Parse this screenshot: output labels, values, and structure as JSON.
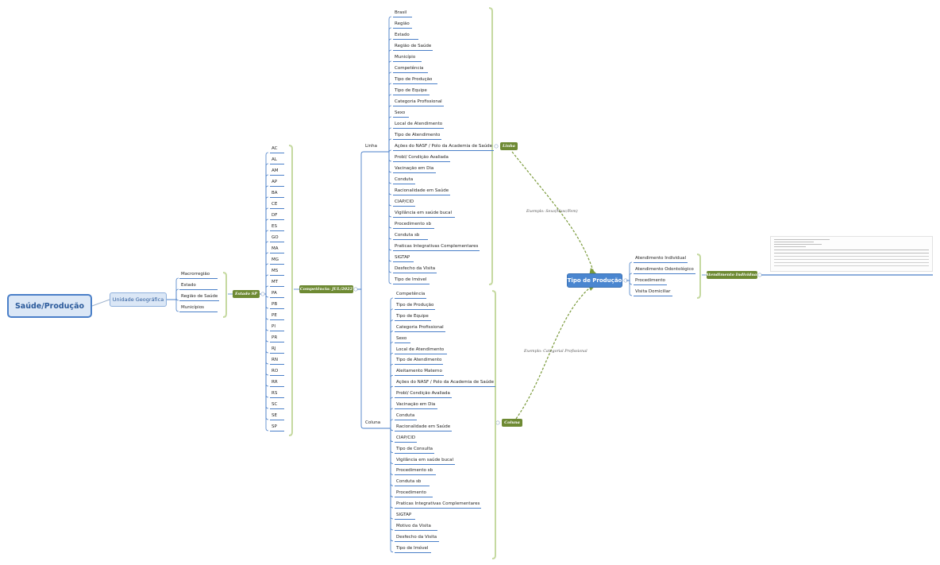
{
  "root": "Saúde/Produção",
  "unidade_geografica": {
    "label": "Unidade Geográfica",
    "items": [
      "Macrorregião",
      "Estado",
      "Região de Saúde",
      "Municípios"
    ]
  },
  "estado_tag": "Estado SP",
  "states": [
    "AC",
    "AL",
    "AM",
    "AP",
    "BA",
    "CE",
    "DF",
    "ES",
    "GO",
    "MA",
    "MG",
    "MS",
    "MT",
    "PA",
    "PB",
    "PE",
    "PI",
    "PR",
    "RJ",
    "RN",
    "RO",
    "RR",
    "RS",
    "SC",
    "SE",
    "SP"
  ],
  "competencia_tag": "Competência: JUL/2022",
  "linha": {
    "label": "Linha",
    "tag": "Linha",
    "items": [
      "Brasil",
      "Região",
      "Estado",
      "Região de Saúde",
      "Município",
      "Competência",
      "Tipo de Produção",
      "Tipo de Equipe",
      "Categoria Profissional",
      "Sexo",
      "Local de Atendimento",
      "Tipo de Atendimento",
      "Ações do NASF / Polo da Academia de Saúde",
      "Probl/ Condição Avaliada",
      "Vacinação em Dia",
      "Conduta",
      "Racionalidade em Saúde",
      "CIAP/CID",
      "Vigilância em saúde bucal",
      "Procedimento sb",
      "Conduta sb",
      "Praticas Integrativas Complementares",
      "SIGTAP",
      "Desfecho da Visita",
      "Tipo de Imóvel"
    ]
  },
  "coluna": {
    "label": "Coluna",
    "tag": "Coluna",
    "items": [
      "Competência",
      "Tipo de Produção",
      "Tipo de Equipe",
      "Categoria Profissional",
      "Sexo",
      "Local de Atendimento",
      "Tipo de Atendimento",
      "Aleitamento Materno",
      "Ações do NASF / Polo da Academia de Saúde",
      "Probl/ Condição Avaliada",
      "Vacinação em Dia",
      "Conduta",
      "Racionalidade em Saúde",
      "CIAP/CID",
      "Tipo de Consulta",
      "Vigilância em saúde bucal",
      "Procedimento sb",
      "Conduta sb",
      "Procedimento",
      "Praticas Integrativas Complementares",
      "SIGTAP",
      "Motivo da Visita",
      "Desfecho da Visita",
      "Tipo de Imóvel"
    ]
  },
  "notes": {
    "linha": "Exemplo: Sexo(Masc/Fem)",
    "coluna": "Exemplo: Categorial Profissional"
  },
  "tipo_producao": {
    "label": "Tipo de Produção",
    "items": [
      "Atendimento Individual",
      "Atendimento Odontológico",
      "Procedimento",
      "Visita Domiciliar"
    ]
  },
  "atendimento_tag": "Atendimento Individual",
  "resultado": "Resultado",
  "colors": {
    "blue_line": "#4a7fc8",
    "green_bracket": "#c5d9a0",
    "green_tag": "#6e8a33",
    "dashed_arrow": "#7a9a3a"
  }
}
